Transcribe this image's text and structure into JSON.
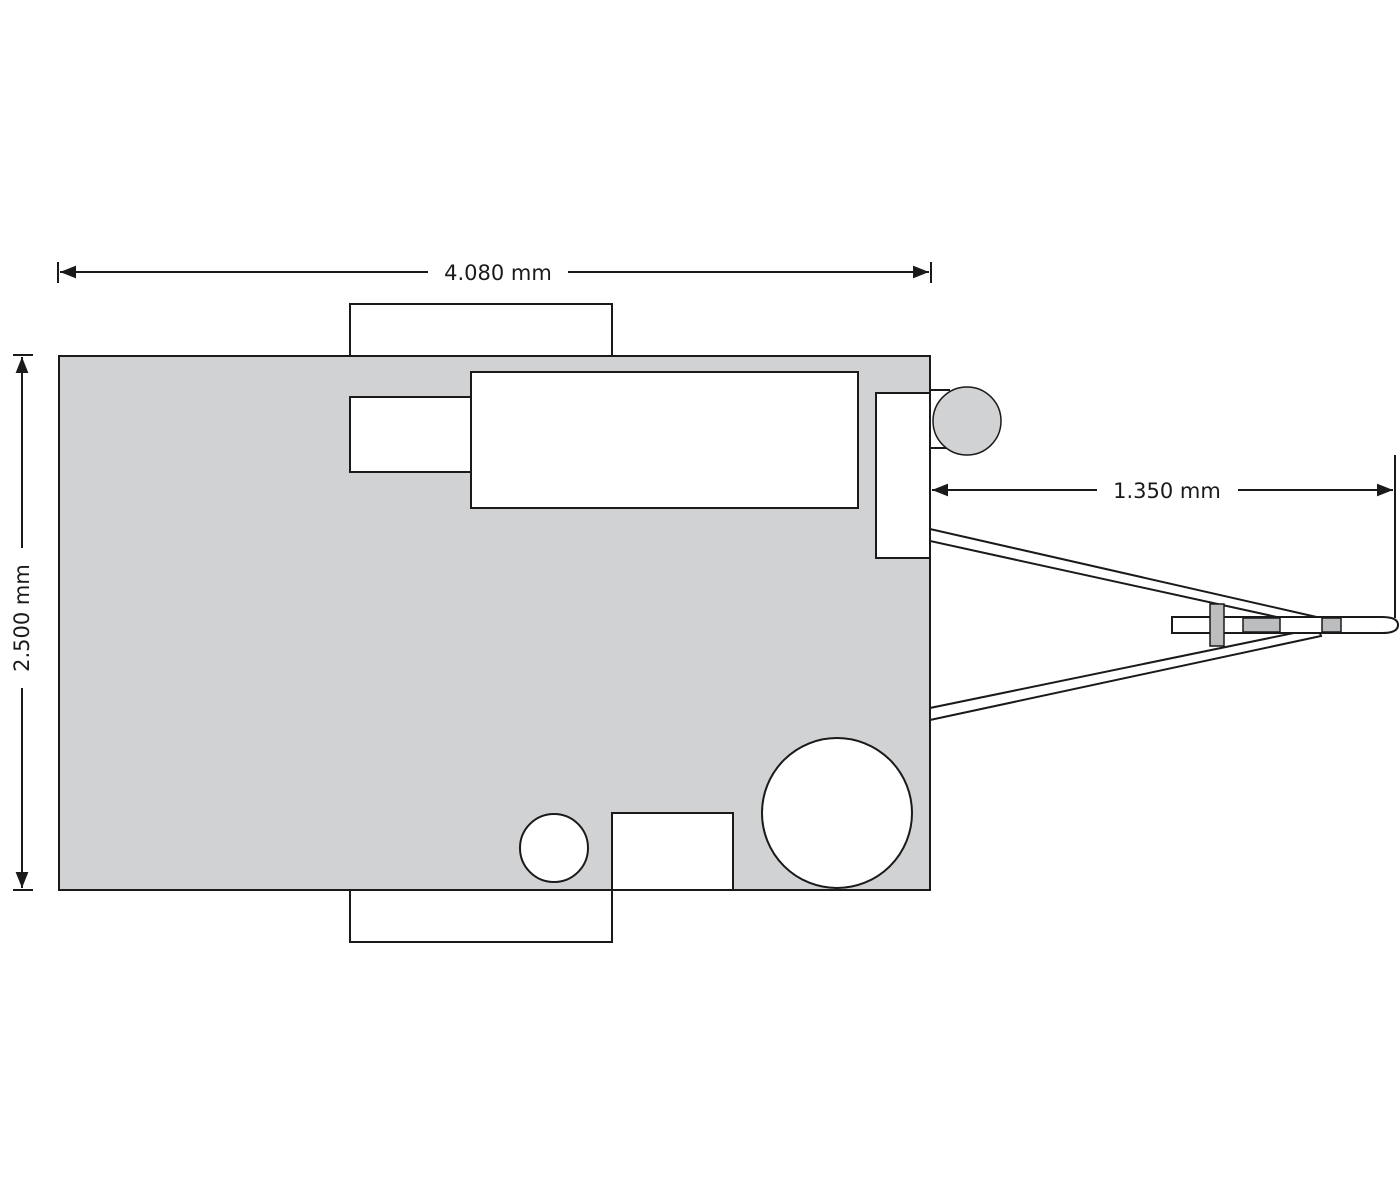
{
  "dimensions": {
    "length_label": "4.080 mm",
    "width_label": "2.500 mm",
    "drawbar_label": "1.350 mm"
  },
  "colors": {
    "body_fill": "#d1d2d4",
    "outline": "#1a1a1a",
    "hitch_fill": "#bcbdbf",
    "background": "#ffffff"
  }
}
